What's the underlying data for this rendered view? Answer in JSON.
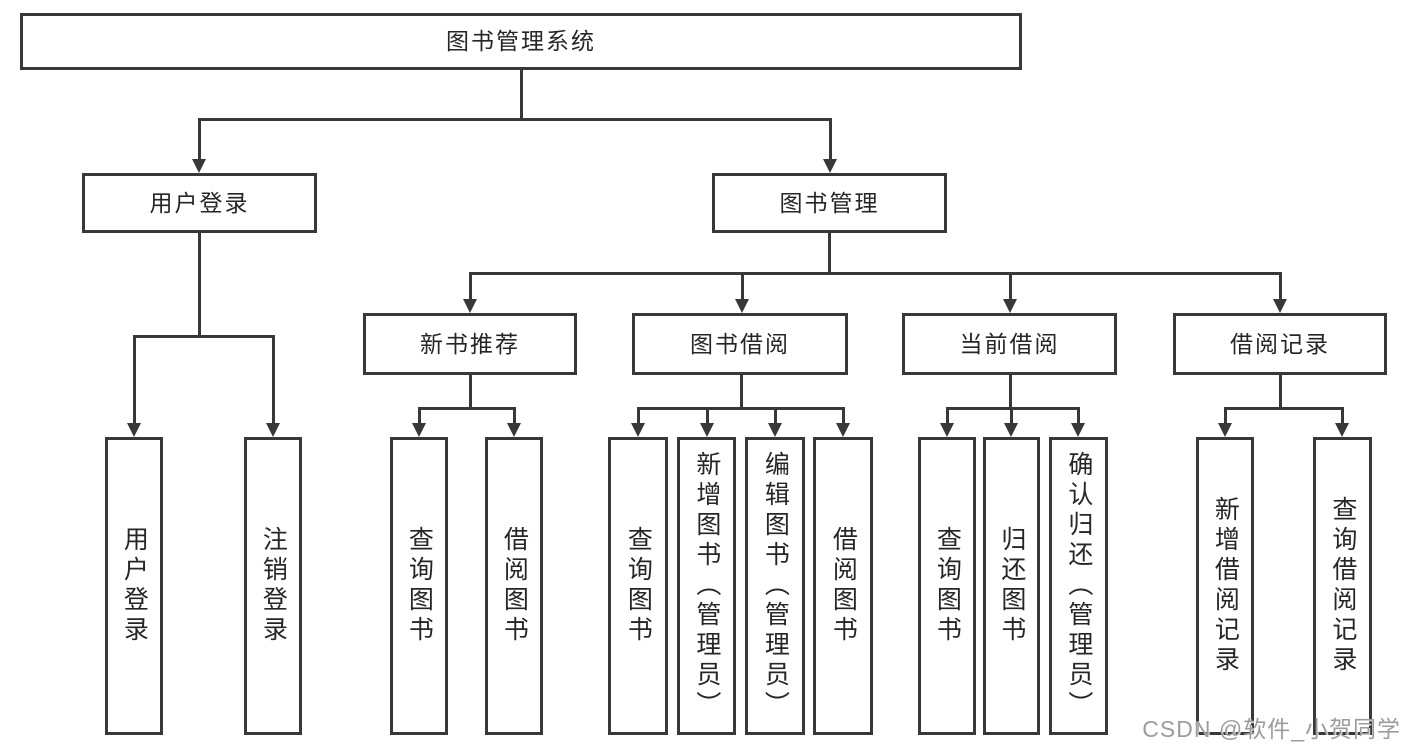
{
  "diagram": {
    "root": {
      "label": "图书管理系统"
    },
    "level2": [
      {
        "id": "user-login",
        "label": "用户登录"
      },
      {
        "id": "book-management",
        "label": "图书管理"
      }
    ],
    "level3": [
      {
        "id": "new-book-recommend",
        "label": "新书推荐"
      },
      {
        "id": "book-borrow",
        "label": "图书借阅"
      },
      {
        "id": "current-borrow",
        "label": "当前借阅"
      },
      {
        "id": "borrow-records",
        "label": "借阅记录"
      }
    ],
    "leaves": [
      {
        "id": "user-login",
        "label": "用户登录"
      },
      {
        "id": "logout",
        "label": "注销登录"
      },
      {
        "id": "query-book-recommend",
        "label": "查询图书"
      },
      {
        "id": "borrow-book-recommend",
        "label": "借阅图书"
      },
      {
        "id": "query-book-borrow",
        "label": "查询图书"
      },
      {
        "id": "add-book-admin",
        "label": "新增图书（管理员）"
      },
      {
        "id": "edit-book-admin",
        "label": "编辑图书（管理员）"
      },
      {
        "id": "borrow-book",
        "label": "借阅图书"
      },
      {
        "id": "query-book-current",
        "label": "查询图书"
      },
      {
        "id": "return-book",
        "label": "归还图书"
      },
      {
        "id": "confirm-return-admin",
        "label": "确认归还（管理员）"
      },
      {
        "id": "add-borrow-record",
        "label": "新增借阅记录"
      },
      {
        "id": "query-borrow-record",
        "label": "查询借阅记录"
      }
    ]
  },
  "watermark": {
    "text": "CSDN @软件_小贺同学",
    "color": "#9c9c9c"
  },
  "colors": {
    "line": "#383838",
    "box_border": "#383838",
    "box_bg": "#ffffff",
    "text": "#262626",
    "background": "#ffffff"
  }
}
